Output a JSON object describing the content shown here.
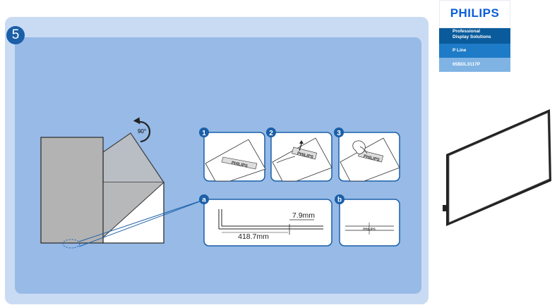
{
  "step": {
    "number": "5"
  },
  "rotation": {
    "label": "90°"
  },
  "substeps": [
    {
      "label": "1",
      "logo": "PHILIPS"
    },
    {
      "label": "2",
      "logo": "PHILIPS"
    },
    {
      "label": "3",
      "logo": "PHILIPS"
    }
  ],
  "detail_a": {
    "label": "a",
    "dim_small": "7.9mm",
    "dim_large": "418.7mm"
  },
  "detail_b": {
    "label": "b",
    "logo": "PHILIPS"
  },
  "brand": {
    "logo": "PHILIPS",
    "subtitle_line1": "Professional",
    "subtitle_line2": "Display Solutions",
    "line": "P Line",
    "model": "65BDL3117P"
  },
  "colors": {
    "primary_blue": "#1a5fa8",
    "panel_light": "#c9dbf3",
    "panel_mid": "#97bae6"
  }
}
